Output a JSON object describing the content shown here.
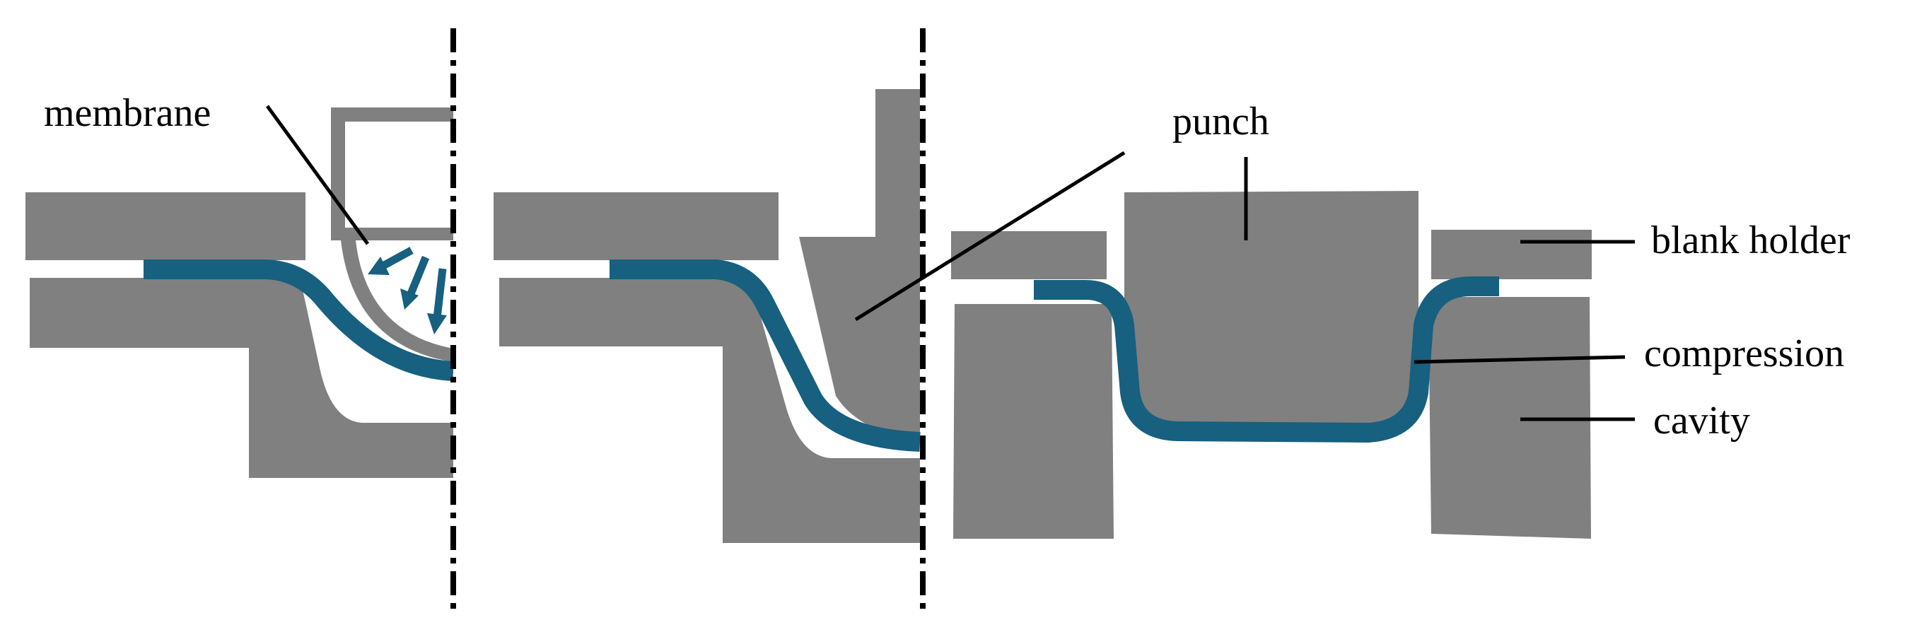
{
  "labels": {
    "membrane": "membrane",
    "punch": "punch",
    "blank_holder": "blank holder",
    "compression": "compression",
    "cavity": "cavity"
  },
  "colors": {
    "tool": "#808080",
    "blank": "#17607f",
    "line": "#000000",
    "background": "#ffffff"
  }
}
